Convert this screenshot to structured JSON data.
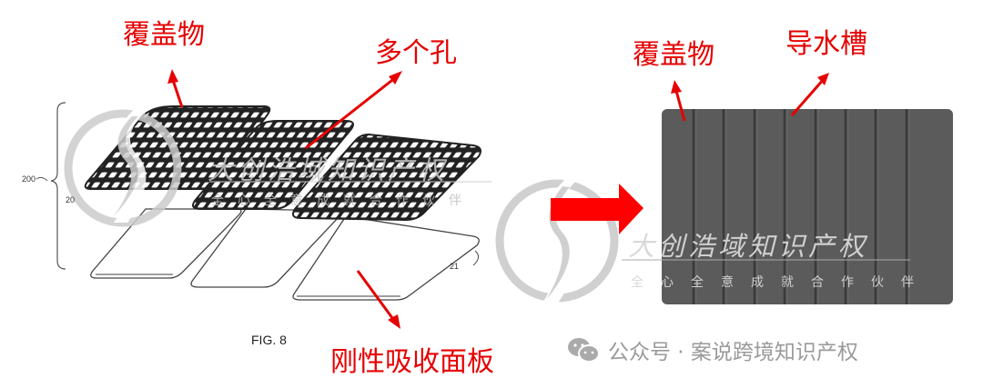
{
  "left_figure": {
    "labels": {
      "cover": "覆盖物",
      "holes": "多个孔",
      "rigid_panel": "刚性吸收面板"
    },
    "ref_numbers": [
      "200",
      "20",
      "21"
    ],
    "caption": "FIG. 8"
  },
  "right_figure": {
    "labels": {
      "cover": "覆盖物",
      "drain_groove": "导水槽"
    }
  },
  "watermark": {
    "title": "大创浩域知识产权",
    "subtitle": "全心全意成就合作伙伴"
  },
  "footer": {
    "text": "公众号 · 案说跨境知识产权"
  },
  "colors": {
    "annotation": "#e60000",
    "panel": "#5b5b5b",
    "watermark": "#cccccc"
  }
}
